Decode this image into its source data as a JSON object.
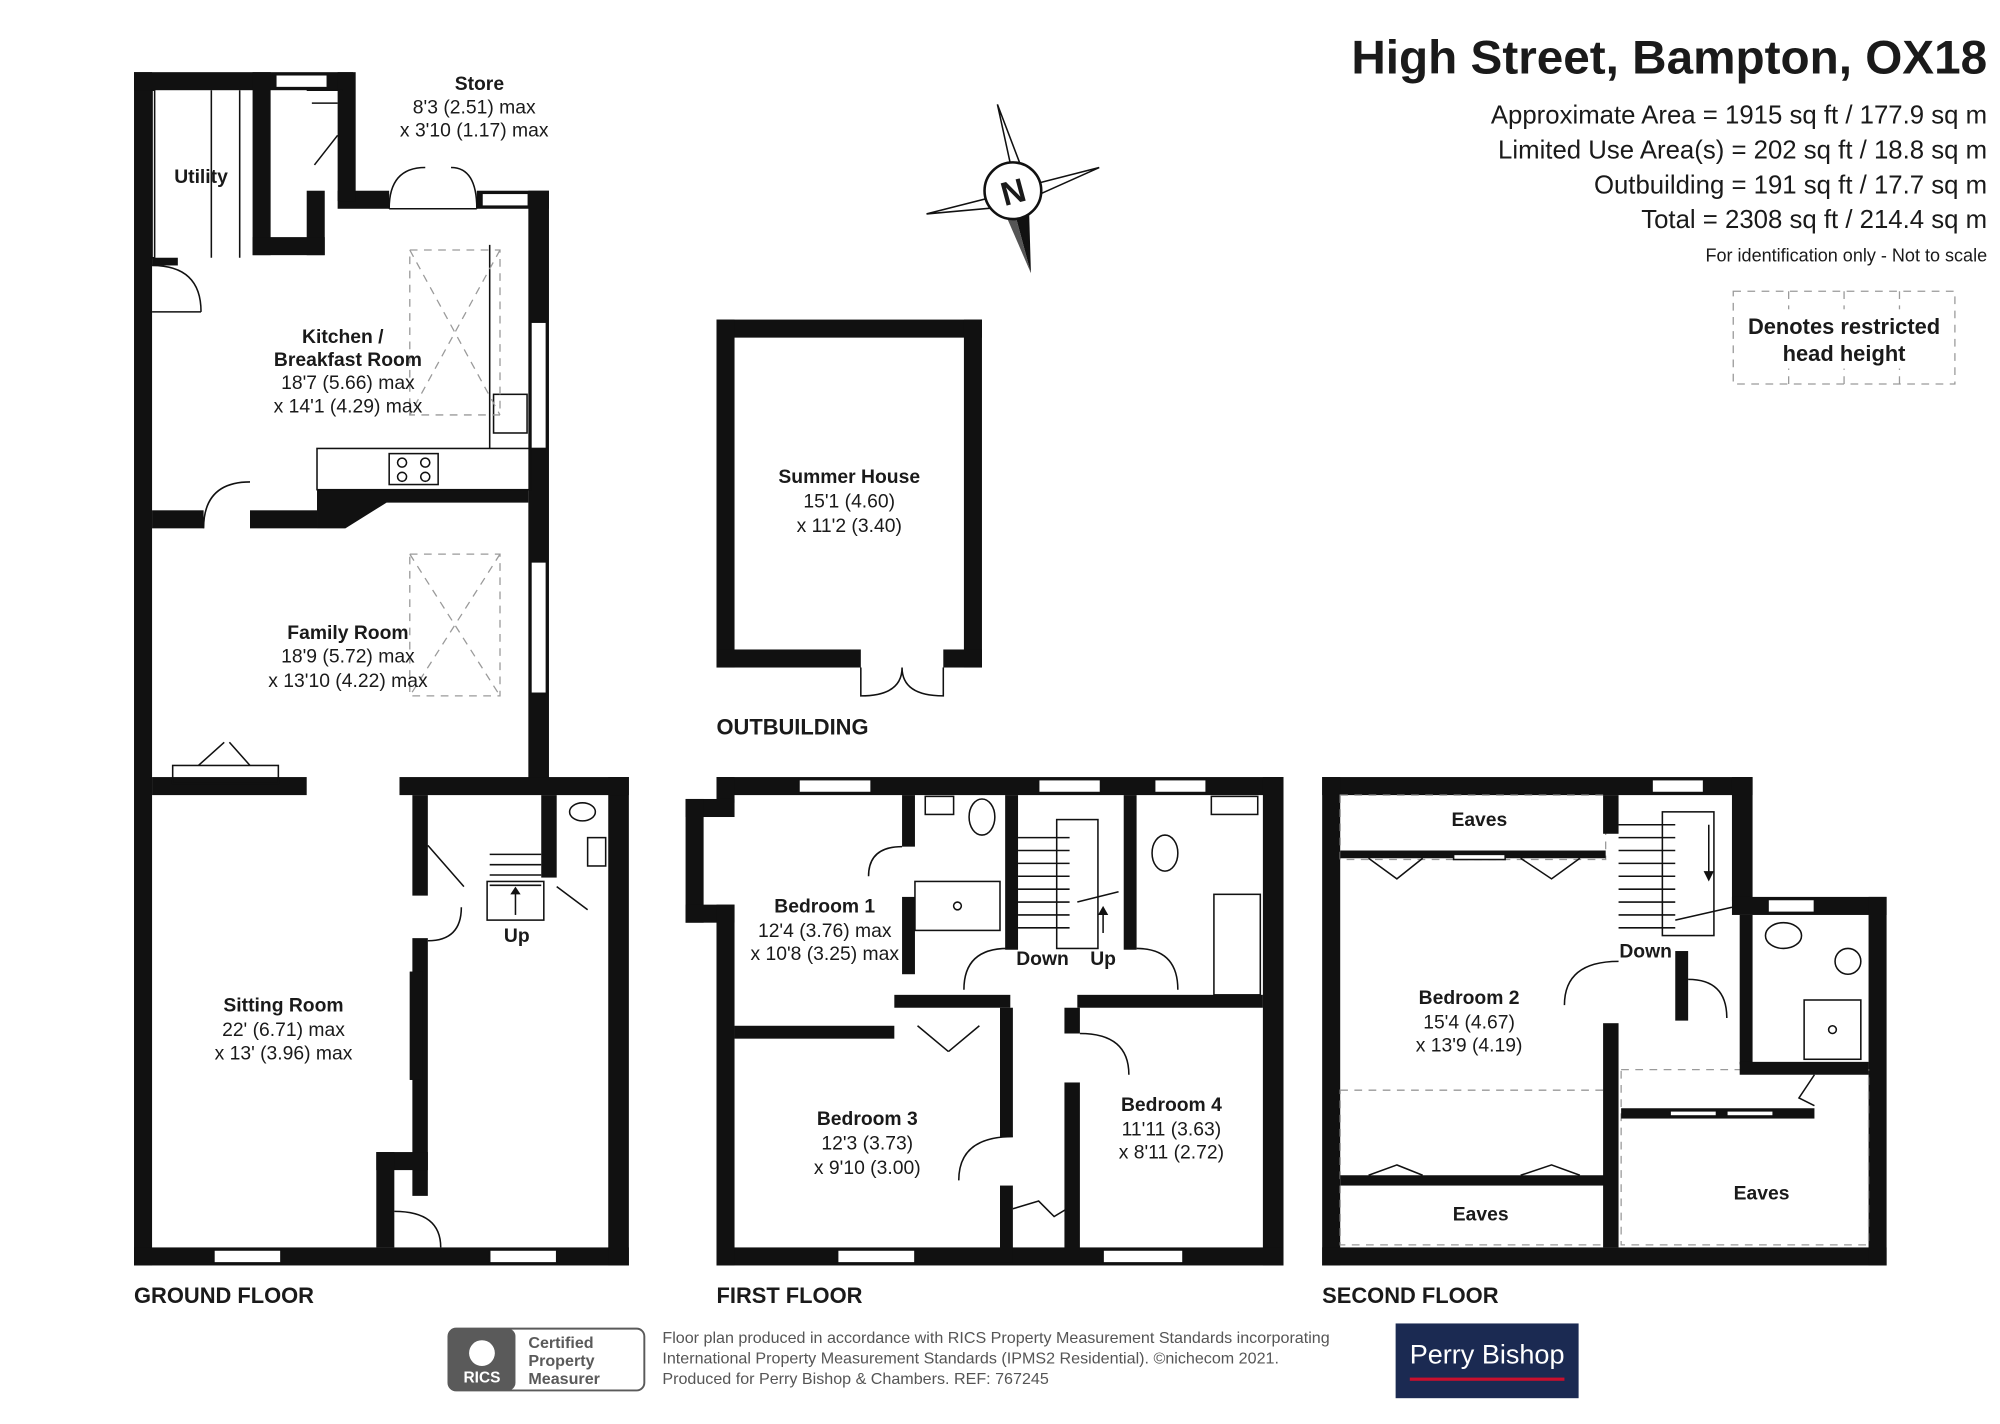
{
  "header": {
    "address": "High Street, Bampton, OX18",
    "areas": [
      "Approximate Area = 1915 sq ft / 177.9 sq m",
      "Limited Use Area(s) = 202 sq ft / 18.8 sq m",
      "Outbuilding = 191 sq ft / 17.7 sq m",
      "Total = 2308 sq ft / 214.4 sq m"
    ],
    "note": "For identification only - Not to scale"
  },
  "compass": {
    "label": "N"
  },
  "legend": {
    "line1": "Denotes restricted",
    "line2": "head height"
  },
  "floors": {
    "ground": "GROUND FLOOR",
    "first": "FIRST FLOOR",
    "second": "SECOND FLOOR",
    "outbuilding": "OUTBUILDING"
  },
  "rooms": {
    "store": {
      "name": "Store",
      "dim1": "8'3 (2.51) max",
      "dim2": "x 3'10 (1.17) max"
    },
    "utility": {
      "name": "Utility"
    },
    "kitchen": {
      "name1": "Kitchen /",
      "name2": "Breakfast Room",
      "dim1": "18'7 (5.66) max",
      "dim2": "x 14'1 (4.29) max"
    },
    "family": {
      "name": "Family Room",
      "dim1": "18'9 (5.72) max",
      "dim2": "x 13'10 (4.22) max"
    },
    "sitting": {
      "name": "Sitting Room",
      "dim1": "22' (6.71) max",
      "dim2": "x 13' (3.96) max"
    },
    "summer": {
      "name": "Summer House",
      "dim1": "15'1 (4.60)",
      "dim2": "x 11'2 (3.40)"
    },
    "bedroom1": {
      "name": "Bedroom 1",
      "dim1": "12'4 (3.76) max",
      "dim2": "x 10'8 (3.25) max"
    },
    "bedroom3": {
      "name": "Bedroom 3",
      "dim1": "12'3 (3.73)",
      "dim2": "x 9'10 (3.00)"
    },
    "bedroom4": {
      "name": "Bedroom 4",
      "dim1": "11'11 (3.63)",
      "dim2": "x 8'11 (2.72)"
    },
    "bedroom2": {
      "name": "Bedroom 2",
      "dim1": "15'4 (4.67)",
      "dim2": "x 13'9 (4.19)"
    }
  },
  "labels": {
    "up": "Up",
    "down": "Down",
    "eaves": "Eaves"
  },
  "footer": {
    "badge_org": "RICS",
    "badge_line1": "Certified",
    "badge_line2": "Property",
    "badge_line3": "Measurer",
    "text1": "Floor plan produced in accordance with RICS Property Measurement Standards incorporating",
    "text2": "International Property Measurement Standards (IPMS2 Residential).  ©nichecom 2021.",
    "text3": "Produced for Perry Bishop & Chambers.   REF: 767245",
    "brand": "Perry Bishop"
  },
  "colors": {
    "wall": "#111111",
    "brand_bg": "#1b2a52",
    "brand_line": "#c8102e",
    "badge": "#5a5a5a"
  }
}
